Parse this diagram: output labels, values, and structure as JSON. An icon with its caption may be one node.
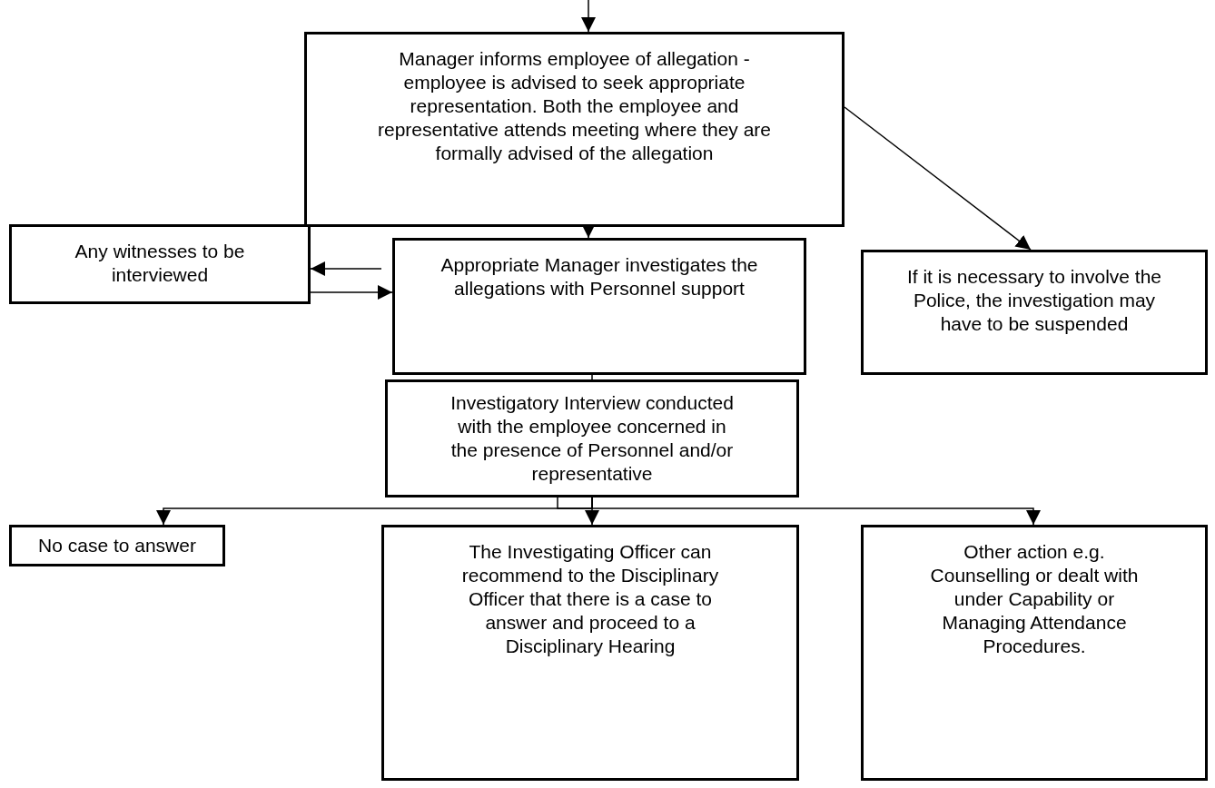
{
  "diagram": {
    "nodes": [
      {
        "text": [
          "Manager informs employee of allegation - employee is advised to seek appropriate representation.  Both the employee and representative attends meeting where they are formally advised of the allegation"
        ]
      },
      {
        "text": [
          "Any witnesses to be interviewed"
        ]
      },
      {
        "text": [
          "Appropriate Manager investigates the allegations with Personnel support"
        ]
      },
      {
        "text": [
          "If it is necessary to involve the Police, the investigation may have to be suspended"
        ]
      },
      {
        "text": [
          "Investigatory Interview conducted with the employee concerned in the presence of Personnel and/or representative"
        ]
      },
      {
        "text": [
          "No case to answer"
        ]
      },
      {
        "text": [
          "The Investigating Officer can recommend to the Disciplinary Officer that there is a case to answer and proceed to a Disciplinary Hearing"
        ]
      },
      {
        "text": [
          "Other action e.g. Counselling or dealt with under Capability or Managing Attendance Procedures."
        ]
      }
    ],
    "edges": [
      {
        "from": null,
        "to": 0,
        "arrow": "to"
      },
      {
        "from": 0,
        "to": 2,
        "arrow": "to"
      },
      {
        "from": 0,
        "to": 3,
        "arrow": "to"
      },
      {
        "from": 2,
        "to": 1,
        "arrow": "to"
      },
      {
        "from": 1,
        "to": 2,
        "arrow": "to"
      },
      {
        "from": 2,
        "to": 4,
        "arrow": "to"
      },
      {
        "from": 4,
        "to": 5,
        "arrow": "to"
      },
      {
        "from": 4,
        "to": 6,
        "arrow": "to"
      },
      {
        "from": 4,
        "to": 7,
        "arrow": "to"
      }
    ]
  }
}
